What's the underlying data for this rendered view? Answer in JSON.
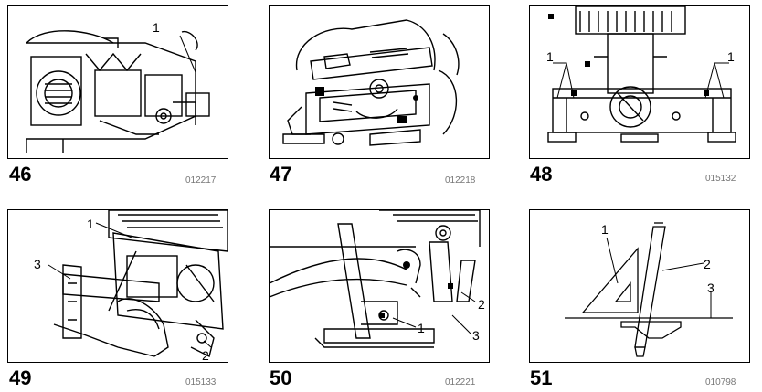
{
  "figures": [
    {
      "number": "46",
      "code": "012217",
      "callouts": [
        "1"
      ]
    },
    {
      "number": "47",
      "code": "012218",
      "callouts": []
    },
    {
      "number": "48",
      "code": "015132",
      "callouts": [
        "1",
        "1"
      ]
    },
    {
      "number": "49",
      "code": "015133",
      "callouts": [
        "1",
        "3",
        "2"
      ]
    },
    {
      "number": "50",
      "code": "012221",
      "callouts": [
        "2",
        "1",
        "3"
      ]
    },
    {
      "number": "51",
      "code": "010798",
      "callouts": [
        "1",
        "2",
        "3"
      ]
    }
  ]
}
